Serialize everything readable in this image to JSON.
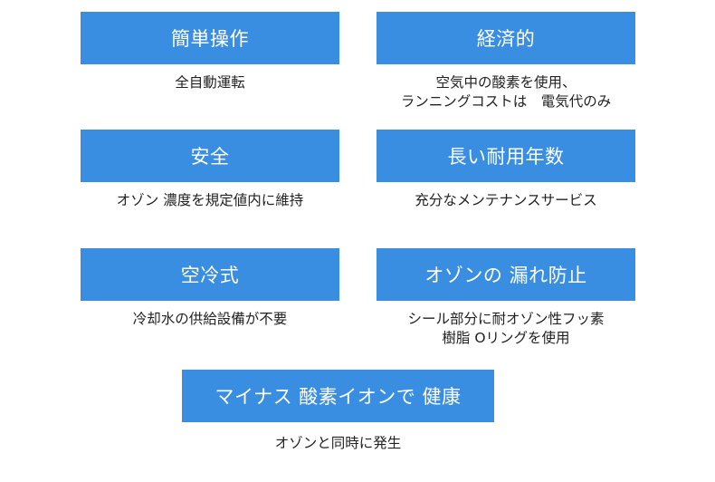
{
  "features": [
    {
      "title": "簡単操作",
      "description": "全自動運転"
    },
    {
      "title": "経済的",
      "description": "空気中の酸素を使用、\nランニングコストは　電気代のみ"
    },
    {
      "title": "安全",
      "description": "オゾン 濃度を規定値内に維持"
    },
    {
      "title": "長い耐用年数",
      "description": "充分なメンテナンスサービス"
    },
    {
      "title": "空冷式",
      "description": "冷却水の供給設備が不要"
    },
    {
      "title": "オゾンの 漏れ防止",
      "description": "シール部分に耐オゾン性フッ素\n樹脂 Oリングを使用"
    },
    {
      "title": "マイナス 酸素イオンで 健康",
      "description": "オゾンと同時に発生"
    }
  ],
  "colors": {
    "header_background": "#3a8ee2",
    "header_text": "#ffffff",
    "description_text": "#222222"
  }
}
